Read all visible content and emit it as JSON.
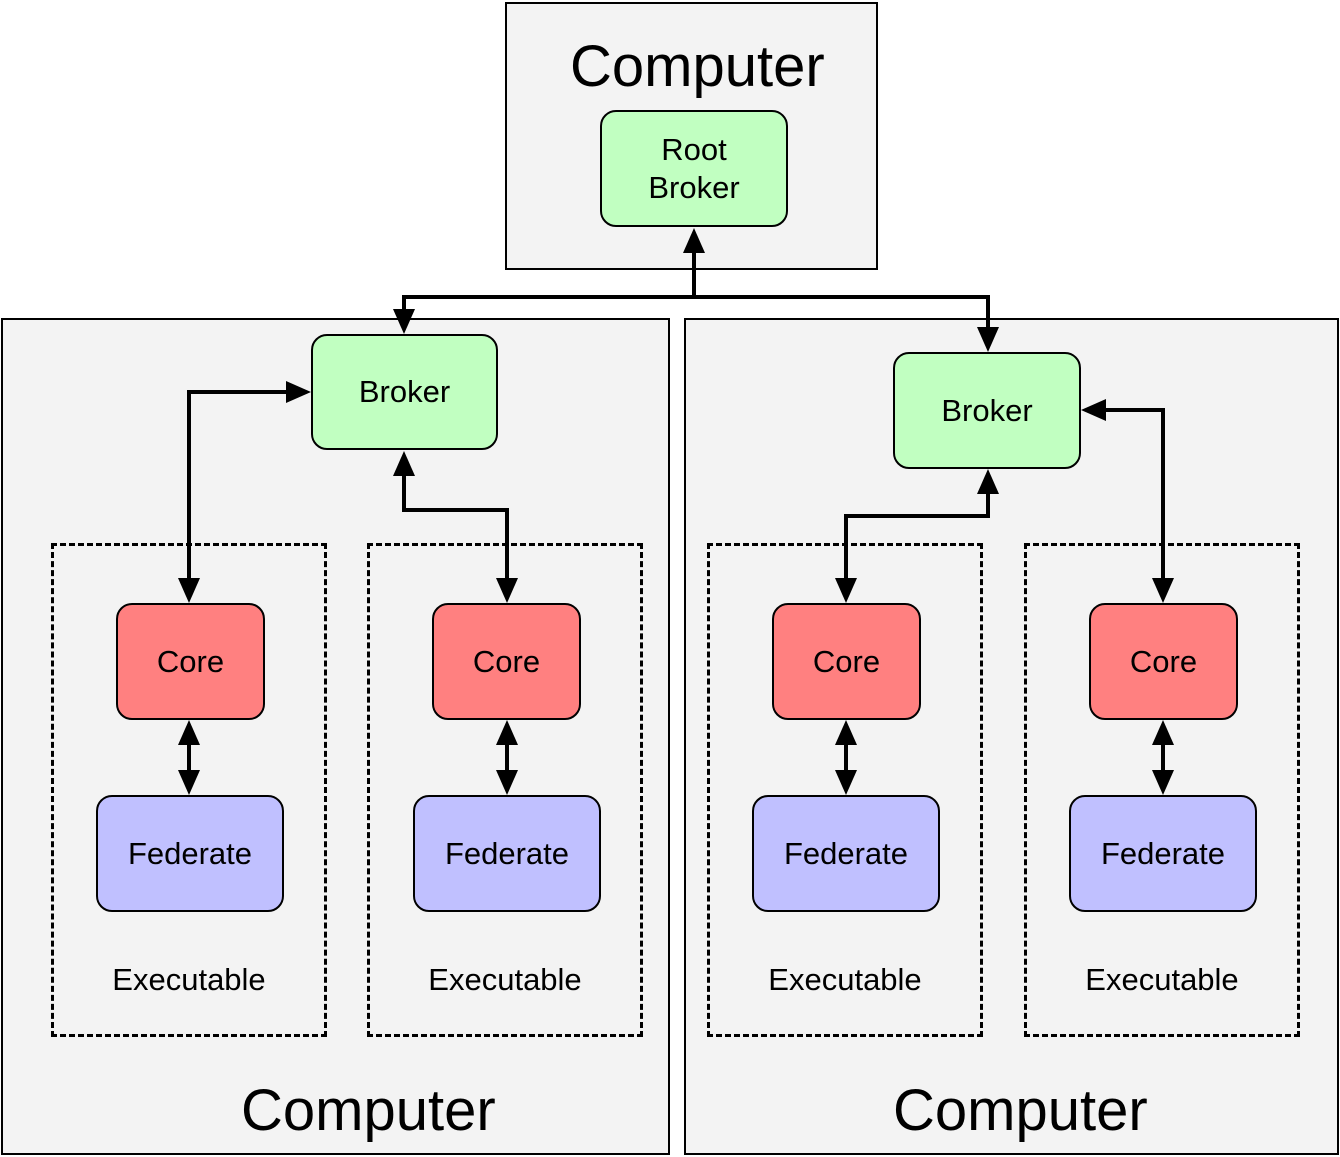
{
  "root_computer": {
    "title": "Computer",
    "broker_label": "Root\nBroker"
  },
  "left_computer": {
    "title": "Computer",
    "broker_label": "Broker",
    "executables": [
      {
        "label": "Executable",
        "core_label": "Core",
        "federate_label": "Federate"
      },
      {
        "label": "Executable",
        "core_label": "Core",
        "federate_label": "Federate"
      }
    ]
  },
  "right_computer": {
    "title": "Computer",
    "broker_label": "Broker",
    "executables": [
      {
        "label": "Executable",
        "core_label": "Core",
        "federate_label": "Federate"
      },
      {
        "label": "Executable",
        "core_label": "Core",
        "federate_label": "Federate"
      }
    ]
  },
  "colors": {
    "computer_bg": "#f3f3f3",
    "broker": "#c1ffc1",
    "core": "#ff8080",
    "federate": "#c0c0ff"
  }
}
